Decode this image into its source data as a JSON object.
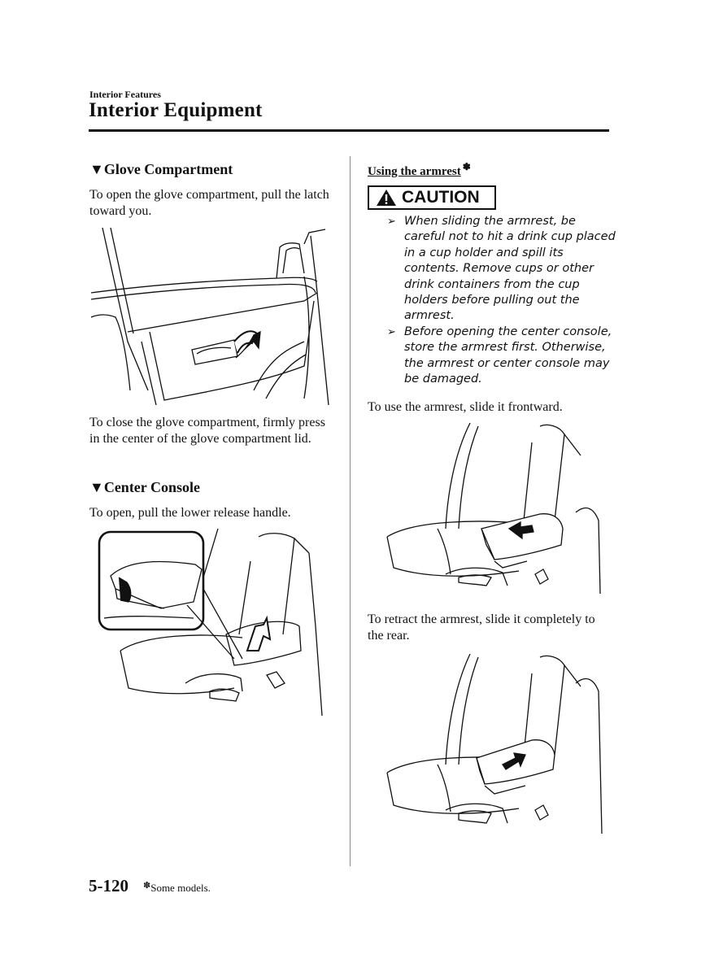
{
  "header": {
    "section_label": "Interior Features",
    "title": "Interior Equipment"
  },
  "left_column": {
    "glove": {
      "heading": "▼Glove Compartment",
      "open_text": "To open the glove compartment, pull the latch toward you.",
      "close_text": "To close the glove compartment, firmly press in the center of the glove compartment lid."
    },
    "console": {
      "heading": "▼Center Console",
      "open_text": "To open, pull the lower release handle."
    }
  },
  "right_column": {
    "armrest_heading": "Using the armrest",
    "armrest_mark": "✽",
    "caution": {
      "label": "CAUTION",
      "items": [
        "When sliding the armrest, be careful not to hit a drink cup placed in a cup holder and spill its contents. Remove cups or other drink containers from the cup holders before pulling out the armrest.",
        "Before opening the center console, store the armrest first. Otherwise, the armrest or center console may be damaged."
      ]
    },
    "use_text": "To use the armrest, slide it frontward.",
    "retract_text": "To retract the armrest, slide it completely to the rear."
  },
  "footer": {
    "page_number": "5-120",
    "mark": "✽",
    "note": "Some models."
  },
  "icons": {
    "caution_icon": "warning-triangle-icon",
    "bullet_icon": "arrow-bullet-icon"
  }
}
